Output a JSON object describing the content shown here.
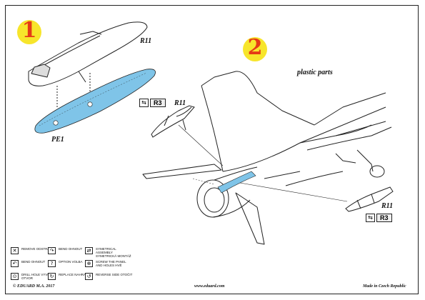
{
  "steps": [
    {
      "number": "1"
    },
    {
      "number": "2"
    }
  ],
  "labels": {
    "r11_top": "R11",
    "pe1": "PE1",
    "plastic_parts": "plastic parts",
    "r11_mid": "R11",
    "r11_bottom": "R11"
  },
  "badges": [
    {
      "icon": "flip-part-icon",
      "code": "R3"
    },
    {
      "icon": "flip-part-icon",
      "code": "R3"
    }
  ],
  "legend": [
    {
      "icon": "remove-icon",
      "text": "REMOVE ODSTRANIT"
    },
    {
      "icon": "bend-icon",
      "text": "BEND OHNOUT"
    },
    {
      "icon": "symmetrical-icon",
      "text": "SYMETRICAL ASSEMBLY SYMETRICKÁ MONTÁŽ"
    },
    {
      "icon": "bend-icon-2",
      "text": "BEND OHNOUT"
    },
    {
      "icon": "option-icon",
      "text": "OPTION VOLBA"
    },
    {
      "icon": "screw-icon",
      "text": "SCREW THE PANEL AND HOLES HVĚ"
    },
    {
      "icon": "drill-icon",
      "text": "DRILL HOLE VYVRTAT OTVOR"
    },
    {
      "icon": "replace-icon",
      "text": "REPLACE NAHRADIT"
    },
    {
      "icon": "reverse-icon",
      "text": "REVERSE SIDE OTOČIT"
    }
  ],
  "footer": {
    "copyright": "© EDUARD M.A. 2017",
    "website": "www.eduard.com",
    "made_in": "Made in Czech Republic"
  },
  "colors": {
    "step_circle": "#f7e52b",
    "step_number": "#e53a16",
    "highlight_blue": "#7fc4e8"
  }
}
